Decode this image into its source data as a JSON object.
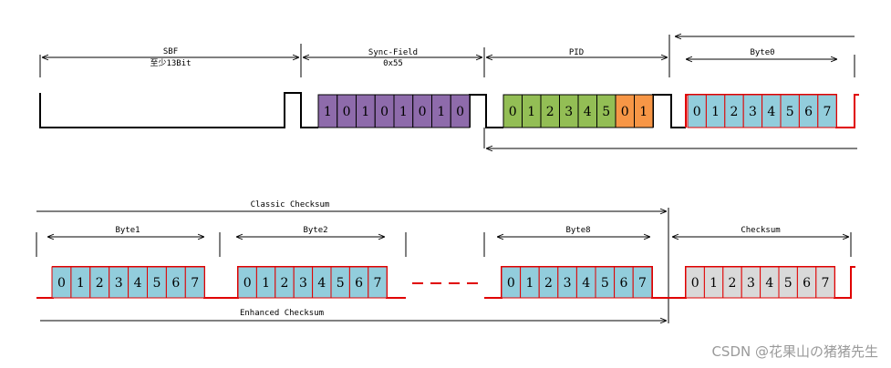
{
  "colors": {
    "sync": "#8e6bab",
    "pid_id": "#93be55",
    "pid_parity": "#f79646",
    "data_byte": "#92cddc",
    "checksum": "#d9d9d9",
    "signal_black": "#000000",
    "signal_red": "#e00000"
  },
  "row1": {
    "sbf_label": "SBF",
    "sbf_sublabel": "至少13Bit",
    "sync_label": "Sync-Field",
    "sync_sublabel": "0x55",
    "sync_bits": [
      "1",
      "0",
      "1",
      "0",
      "1",
      "0",
      "1",
      "0"
    ],
    "pid_label": "PID",
    "pid_id_bits": [
      "0",
      "1",
      "2",
      "3",
      "4",
      "5"
    ],
    "pid_parity_bits": [
      "0",
      "1"
    ],
    "byte0_label": "Byte0",
    "byte0_bits": [
      "0",
      "1",
      "2",
      "3",
      "4",
      "5",
      "6",
      "7"
    ]
  },
  "row2": {
    "classic_label": "Classic Checksum",
    "enhanced_label": "Enhanced Checksum",
    "byte1_label": "Byte1",
    "byte2_label": "Byte2",
    "byte8_label": "Byte8",
    "checksum_label": "Checksum",
    "data_bits": [
      "0",
      "1",
      "2",
      "3",
      "4",
      "5",
      "6",
      "7"
    ]
  },
  "watermark": "CSDN @花果山の猪猪先生"
}
